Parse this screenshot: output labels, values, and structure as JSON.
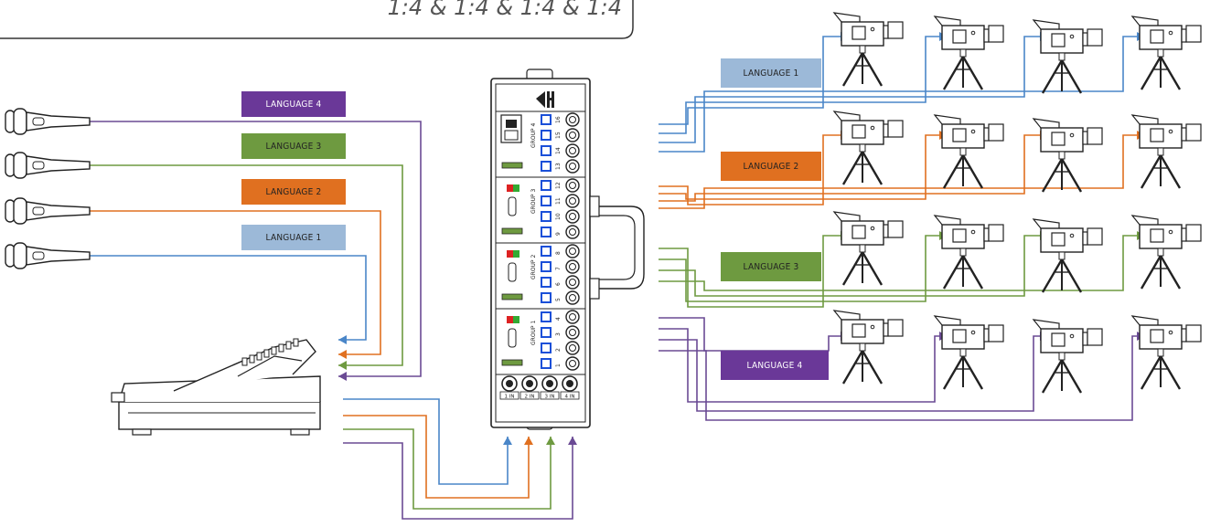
{
  "banner": {
    "text": "1:4 & 1:4 & 1:4 & 1:4"
  },
  "colors": {
    "language_1": "#4a86c8",
    "language_2": "#e07020",
    "language_3": "#6e9a40",
    "language_4": "#6a4a94",
    "language_1_box": "#9cb9d8",
    "language_2_box": "#e07020",
    "language_3_box": "#6e9a40",
    "language_4_box": "#6a3898"
  },
  "input_labels": {
    "language_4": "LANGUAGE 4",
    "language_3": "LANGUAGE 3",
    "language_2": "LANGUAGE 2",
    "language_1": "LANGUAGE 1"
  },
  "output_labels": {
    "language_1": "LANGUAGE 1",
    "language_2": "LANGUAGE 2",
    "language_3": "LANGUAGE 3",
    "language_4": "LANGUAGE 4"
  },
  "device": {
    "group_labels": [
      "GROUP 4",
      "GROUP 3",
      "GROUP 2",
      "GROUP 1"
    ],
    "channel_numbers": [
      "16",
      "15",
      "14",
      "13",
      "12",
      "11",
      "10",
      "9",
      "8",
      "7",
      "6",
      "5",
      "4",
      "3",
      "2",
      "1"
    ],
    "bottom_labels": [
      "1 IN",
      "2 IN",
      "3 IN",
      "4 IN"
    ]
  },
  "icons": {
    "microphone": "microphone-icon",
    "mixer": "audio-mixer-icon",
    "camera": "video-camera-icon",
    "splitter": "audio-splitter-box",
    "logo": "brand-logo-icon"
  }
}
